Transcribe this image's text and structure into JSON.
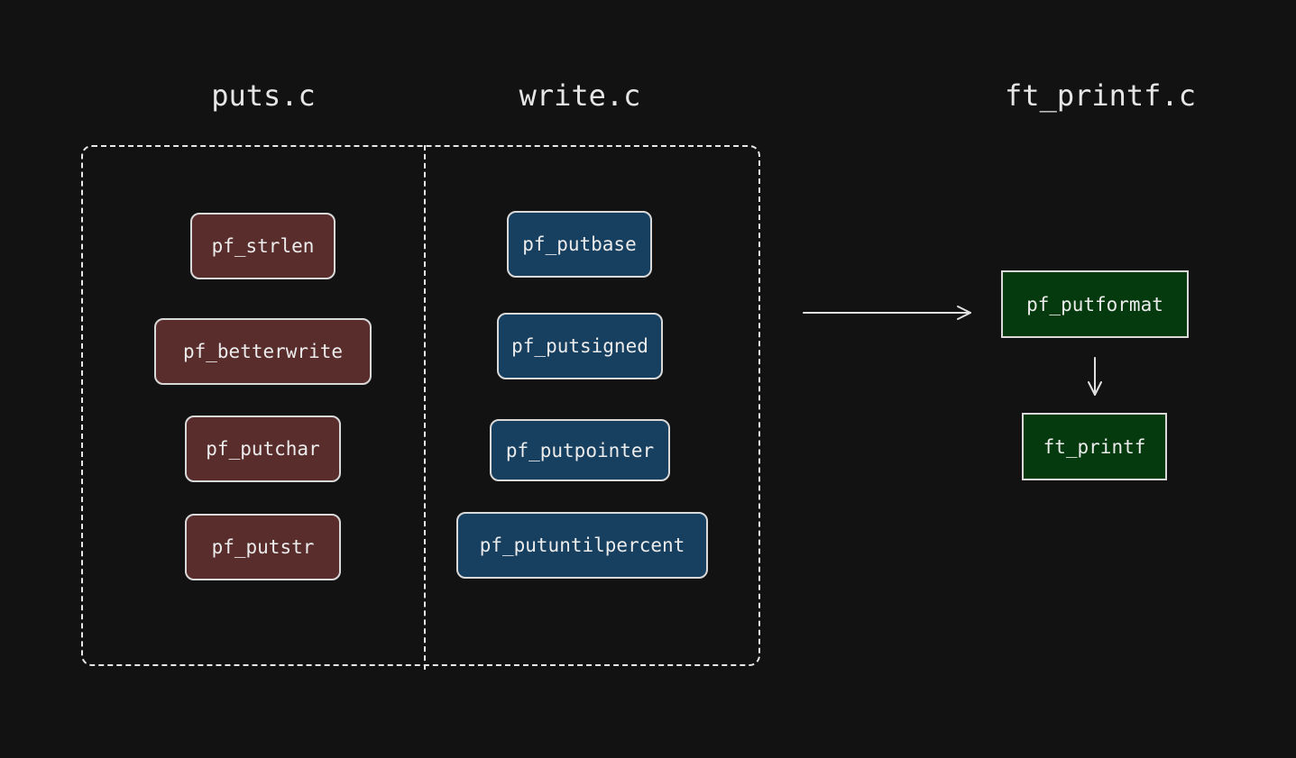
{
  "columns": {
    "puts": {
      "title": "puts.c"
    },
    "write": {
      "title": "write.c"
    },
    "printf": {
      "title": "ft_printf.c"
    }
  },
  "puts_functions": [
    "pf_strlen",
    "pf_betterwrite",
    "pf_putchar",
    "pf_putstr"
  ],
  "write_functions": [
    "pf_putbase",
    "pf_putsigned",
    "pf_putpointer",
    "pf_putuntilpercent"
  ],
  "printf_functions": [
    "pf_putformat",
    "ft_printf"
  ],
  "colors": {
    "background": "#121212",
    "puts_fill": "#5a2d2d",
    "write_fill": "#173f5f",
    "printf_fill": "#043a0e",
    "stroke": "#d9d9d9"
  }
}
